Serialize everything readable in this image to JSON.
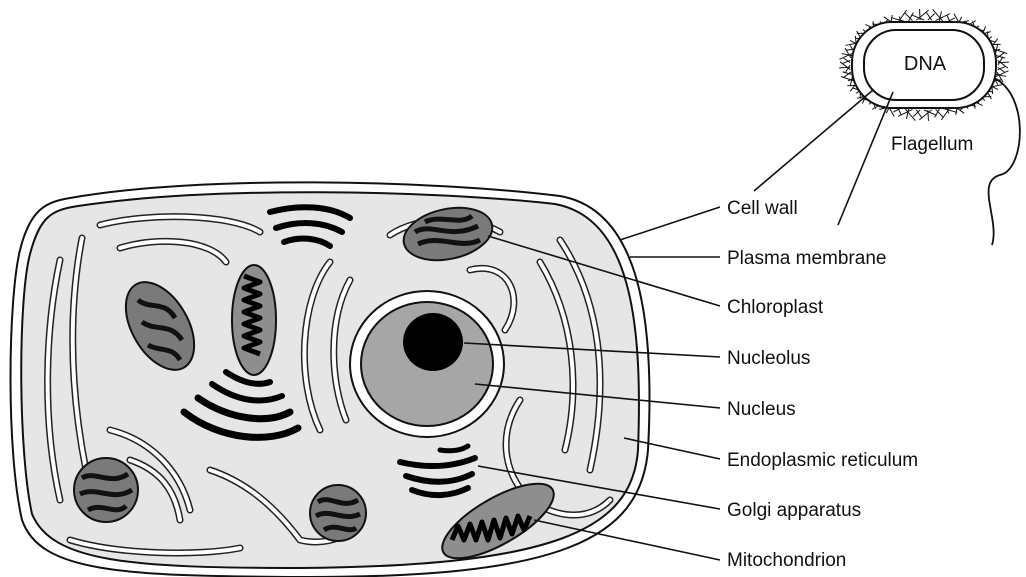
{
  "diagram": {
    "prokaryote": {
      "dna_label": "DNA",
      "flagellum_label": "Flagellum"
    },
    "labels": {
      "cell_wall": "Cell wall",
      "plasma_membrane": "Plasma membrane",
      "chloroplast": "Chloroplast",
      "nucleolus": "Nucleolus",
      "nucleus": "Nucleus",
      "endoplasmic_reticulum": "Endoplasmic reticulum",
      "golgi_apparatus": "Golgi apparatus",
      "mitochondrion": "Mitochondrion"
    },
    "colors": {
      "cytoplasm": "#e6e6e6",
      "nucleus": "#a6a6a6",
      "nucleolus": "#000000",
      "outline": "#111111"
    }
  }
}
